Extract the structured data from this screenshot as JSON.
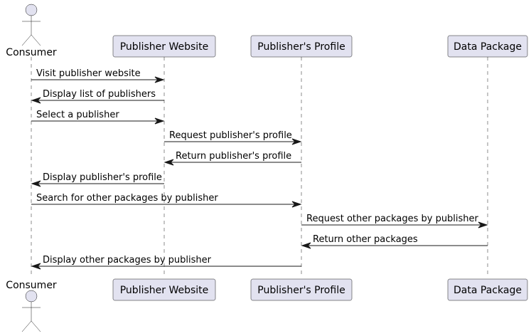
{
  "participants": [
    {
      "id": "consumer",
      "label": "Consumer",
      "kind": "actor"
    },
    {
      "id": "website",
      "label": "Publisher Website",
      "kind": "participant"
    },
    {
      "id": "profile",
      "label": "Publisher's Profile",
      "kind": "participant"
    },
    {
      "id": "package",
      "label": "Data Package",
      "kind": "participant"
    }
  ],
  "messages": [
    {
      "from": "consumer",
      "to": "website",
      "label": "Visit publisher website"
    },
    {
      "from": "website",
      "to": "consumer",
      "label": "Display list of publishers"
    },
    {
      "from": "consumer",
      "to": "website",
      "label": "Select a publisher"
    },
    {
      "from": "website",
      "to": "profile",
      "label": "Request publisher's profile"
    },
    {
      "from": "profile",
      "to": "website",
      "label": "Return publisher's profile"
    },
    {
      "from": "website",
      "to": "consumer",
      "label": "Display publisher's profile"
    },
    {
      "from": "consumer",
      "to": "profile",
      "label": "Search for other packages by publisher"
    },
    {
      "from": "profile",
      "to": "package",
      "label": "Request other packages by publisher"
    },
    {
      "from": "package",
      "to": "profile",
      "label": "Return other packages"
    },
    {
      "from": "profile",
      "to": "consumer",
      "label": "Display other packages by publisher"
    }
  ]
}
